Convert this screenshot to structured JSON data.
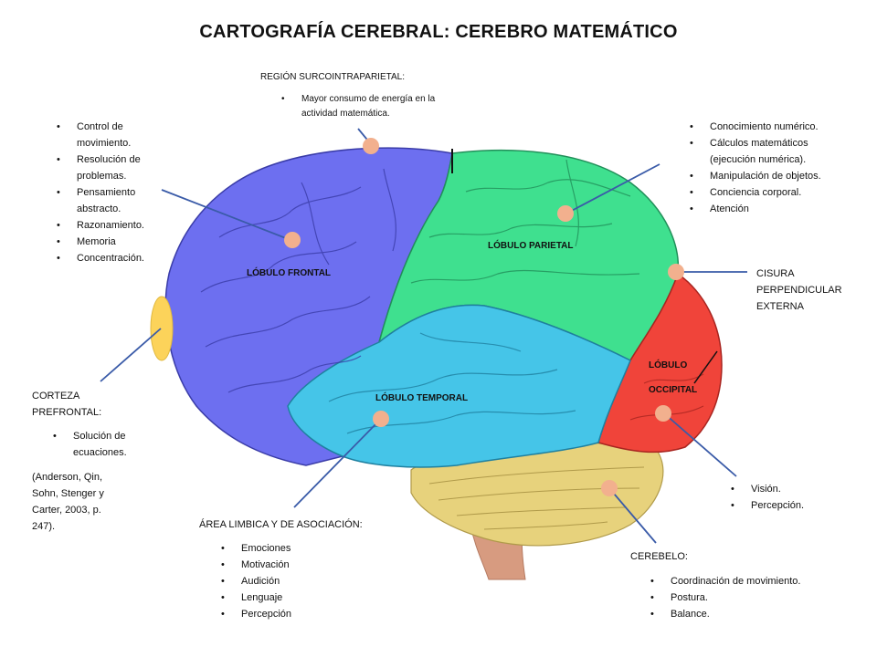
{
  "title": "CARTOGRAFÍA CEREBRAL: CEREBRO MATEMÁTICO",
  "lobes": {
    "frontal": "LÓBULO FRONTAL",
    "parietal": "LÓBULO PARIETAL",
    "temporal": "LÓBULO TEMPORAL",
    "occipital_1": "LÓBULO",
    "occipital_2": "OCCIPITAL"
  },
  "colors": {
    "frontal": "#6d6ff0",
    "parietal": "#3fe08f",
    "temporal": "#45c5e8",
    "occipital": "#f0443a",
    "cerebellum": "#e7d27c",
    "brainstem": "#d79b80",
    "marker": "#f2b08e",
    "prefrontal": "#fcd35a",
    "connector": "#3a5ba8"
  },
  "surco": {
    "heading": "REGIÓN SURCOINTRAPARIETAL:",
    "items": [
      "Mayor consumo de energía en la",
      "actividad matemática."
    ]
  },
  "frontal_info": {
    "items": [
      "Control de",
      "movimiento.",
      "Resolución de",
      "problemas.",
      "Pensamiento",
      "abstracto.",
      "Razonamiento.",
      "Memoria",
      "Concentración."
    ]
  },
  "parietal_info": {
    "items": [
      "Conocimiento numérico.",
      "Cálculos matemáticos",
      "(ejecución numérica).",
      "Manipulación de objetos.",
      "Conciencia corporal.",
      "Atención"
    ]
  },
  "cisura": {
    "lines": [
      "CISURA",
      "PERPENDICULAR",
      "EXTERNA"
    ]
  },
  "prefrontal": {
    "heading_1": "CORTEZA",
    "heading_2": "PREFRONTAL:",
    "items": [
      "Solución de",
      "ecuaciones."
    ],
    "citation": [
      "(Anderson, Qin,",
      "Sohn, Stenger y",
      "Carter, 2003, p.",
      "247)."
    ]
  },
  "limbic": {
    "heading": "ÁREA LIMBICA Y DE ASOCIACIÓN:",
    "items": [
      "Emociones",
      "Motivación",
      "Audición",
      "Lenguaje",
      "Percepción"
    ]
  },
  "occipital_info": {
    "items": [
      "Visión.",
      "Percepción."
    ]
  },
  "cerebelo": {
    "heading": "CEREBELO:",
    "items": [
      "Coordinación de movimiento.",
      "Postura.",
      "Balance."
    ]
  }
}
